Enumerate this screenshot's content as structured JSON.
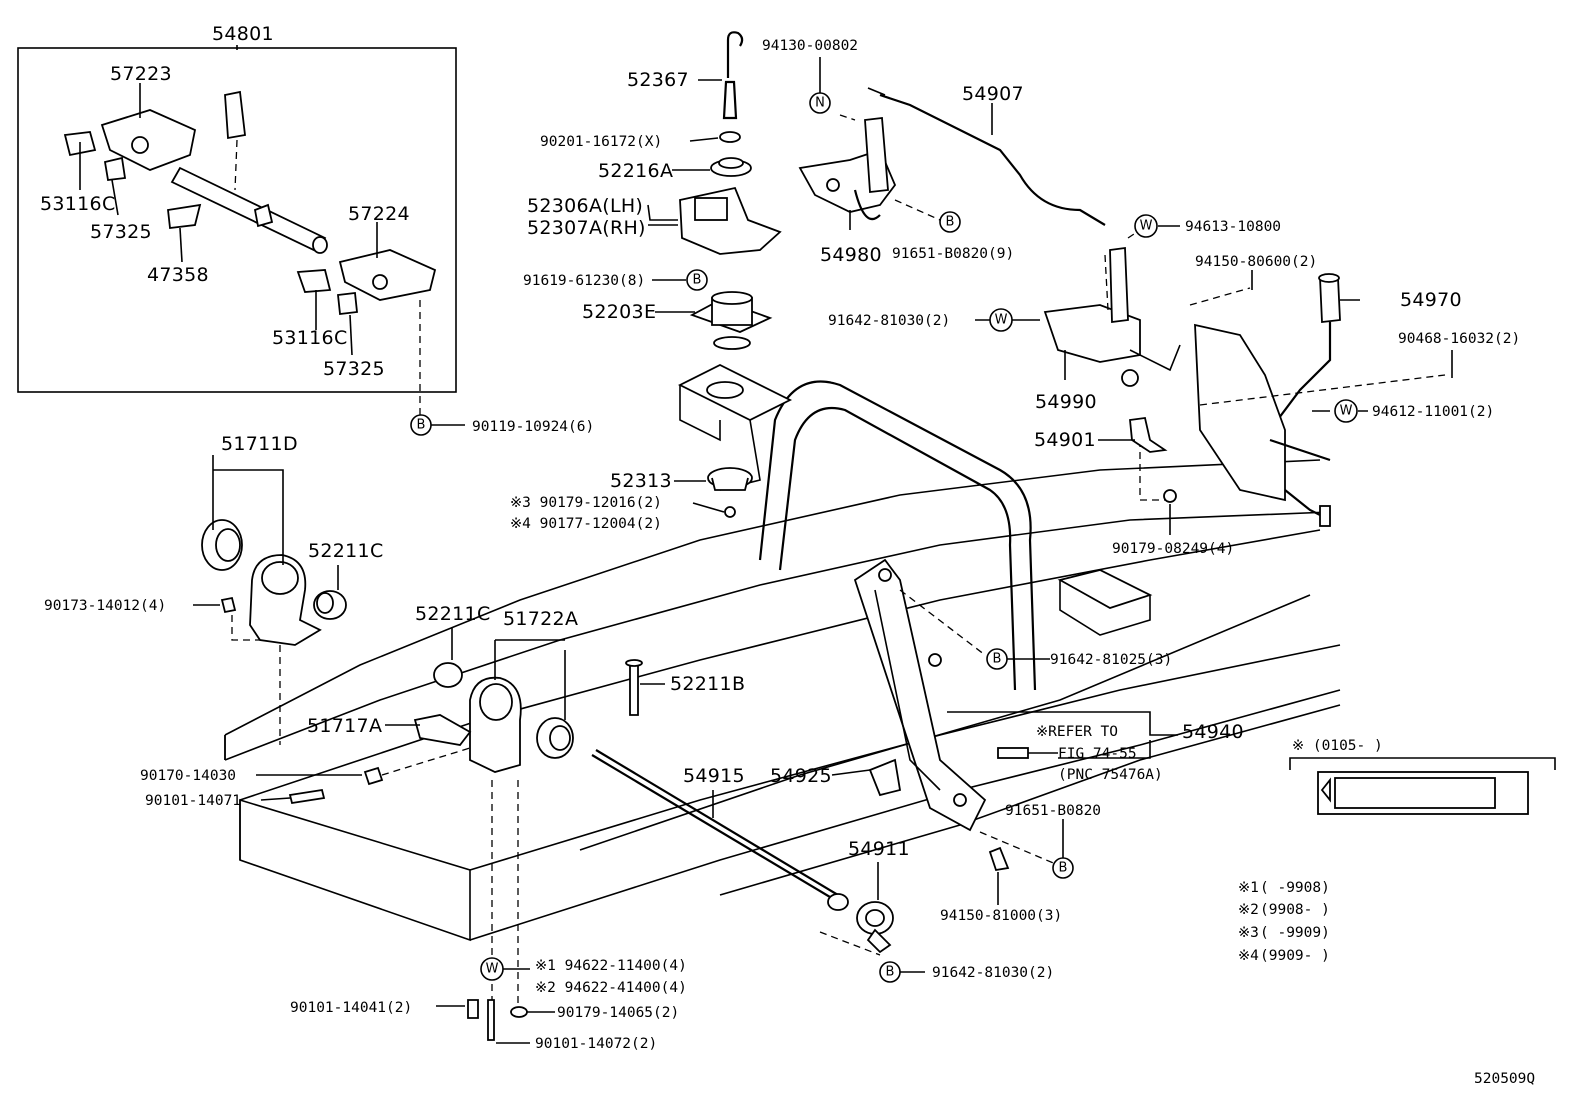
{
  "diagram_id": "520509Q",
  "refer_note": {
    "line1": "※REFER TO",
    "line2": "FIG 74-55",
    "line3": "(PNC 75476A)"
  },
  "inset_note": {
    "label": "※ (0105-     )"
  },
  "serial_notes": [
    {
      "mark": "※1",
      "range": "(      -9908)"
    },
    {
      "mark": "※2",
      "range": "(9908-      )"
    },
    {
      "mark": "※3",
      "range": "(      -9909)"
    },
    {
      "mark": "※4",
      "range": "(9909-      )"
    }
  ],
  "markers": {
    "B": "B",
    "W": "W",
    "N": "N"
  },
  "big_labels": [
    "54801",
    "57223",
    "53116C",
    "57325",
    "47358",
    "57224",
    "53116C",
    "57325",
    "52367",
    "52216A",
    "52306A(LH)",
    "52307A(RH)",
    "52203E",
    "54907",
    "54980",
    "54990",
    "54970",
    "54901",
    "52313",
    "51711D",
    "52211C",
    "52211C",
    "51722A",
    "52211B",
    "51717A",
    "54915",
    "54925",
    "54940",
    "54911"
  ],
  "small_labels": [
    "94130-00802",
    "90201-16172(X)",
    "91619-61230(8)",
    "91651-B0820(9)",
    "94613-10800",
    "94150-80600(2)",
    "91642-81030(2)",
    "90468-16032(2)",
    "94612-11001(2)",
    "90119-10924(6)",
    "※3 90179-12016(2)",
    "※4 90177-12004(2)",
    "90179-08249(4)",
    "90173-14012(4)",
    "91642-81025(3)",
    "90170-14030",
    "90101-14071",
    "91651-B0820",
    "94150-81000(3)",
    "※1 94622-11400(4)",
    "※2 94622-41400(4)",
    "90101-14041(2)",
    "90179-14065(2)",
    "90101-14072(2)",
    "91642-81030(2)"
  ]
}
